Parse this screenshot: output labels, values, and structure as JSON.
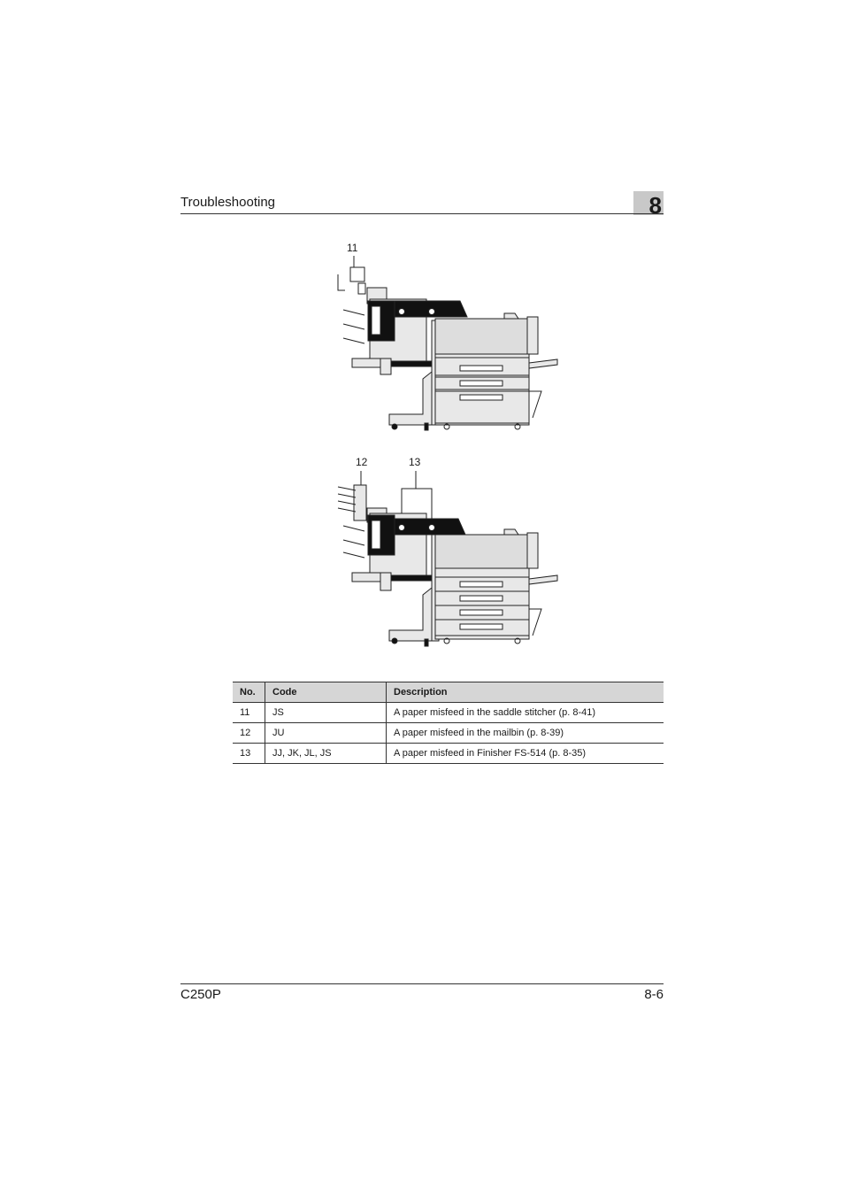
{
  "header": {
    "title": "Troubleshooting",
    "chapter": "8"
  },
  "figures": [
    {
      "callouts": [
        "11"
      ]
    },
    {
      "callouts": [
        "12",
        "13"
      ]
    }
  ],
  "table": {
    "headers": [
      "No.",
      "Code",
      "Description"
    ],
    "rows": [
      [
        "11",
        "JS",
        "A paper misfeed in the saddle stitcher (p. 8-41)"
      ],
      [
        "12",
        "JU",
        "A paper misfeed in the mailbin (p. 8-39)"
      ],
      [
        "13",
        "JJ, JK, JL, JS",
        "A paper misfeed in Finisher FS-514 (p. 8-35)"
      ]
    ]
  },
  "footer": {
    "model": "C250P",
    "page": "8-6"
  }
}
